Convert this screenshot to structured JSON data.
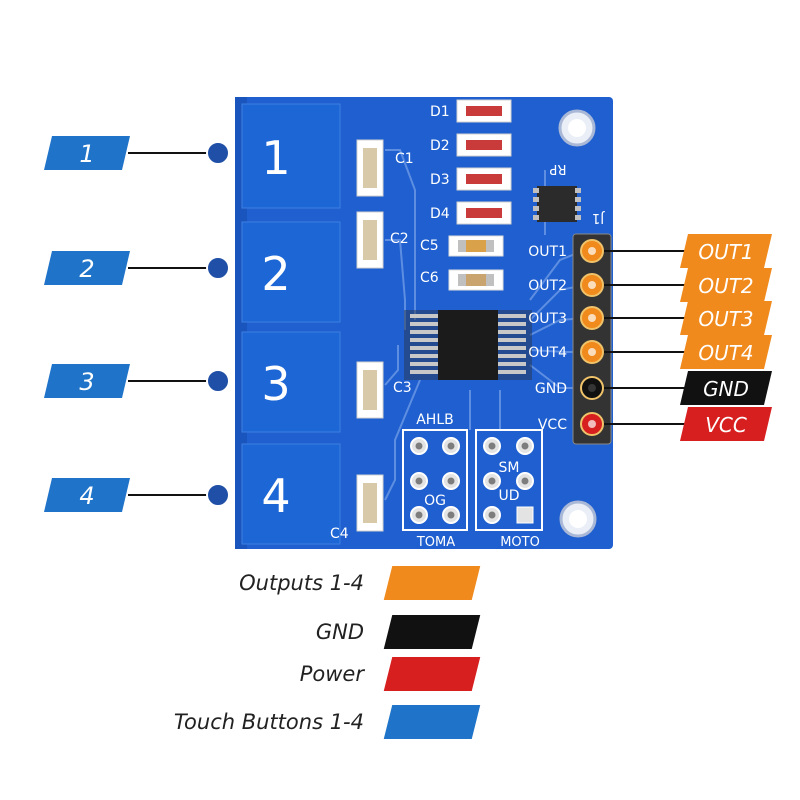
{
  "colors": {
    "pcb": "#1f5fcf",
    "pcb_dark": "#134bb0",
    "touch_pad": "#1d66d6",
    "output": "#f08a1c",
    "gnd": "#111111",
    "power": "#d81f1f",
    "touch_buttons": "#1f73c8",
    "silkscreen": "#ffffff"
  },
  "touch_buttons": [
    {
      "badge": "1",
      "pad_label": "1"
    },
    {
      "badge": "2",
      "pad_label": "2"
    },
    {
      "badge": "3",
      "pad_label": "3"
    },
    {
      "badge": "4",
      "pad_label": "4"
    }
  ],
  "capacitors": [
    "C1",
    "C2",
    "C3",
    "C4",
    "C5",
    "C6"
  ],
  "leds": [
    "D1",
    "D2",
    "D3",
    "D4"
  ],
  "board_labels": {
    "rp": "RP",
    "j1": "J1",
    "ahlb": "AHLB",
    "og": "OG",
    "sm": "SM",
    "ud": "UD",
    "toma": "TOMA",
    "moto": "MOTO"
  },
  "pins": [
    {
      "board_label": "OUT1",
      "tag": "OUT1",
      "type": "output"
    },
    {
      "board_label": "OUT2",
      "tag": "OUT2",
      "type": "output"
    },
    {
      "board_label": "OUT3",
      "tag": "OUT3",
      "type": "output"
    },
    {
      "board_label": "OUT4",
      "tag": "OUT4",
      "type": "output"
    },
    {
      "board_label": "GND",
      "tag": "GND",
      "type": "gnd"
    },
    {
      "board_label": "VCC",
      "tag": "VCC",
      "type": "power"
    }
  ],
  "legend": [
    {
      "label": "Outputs 1-4",
      "color": "#f08a1c"
    },
    {
      "label": "GND",
      "color": "#111111"
    },
    {
      "label": "Power",
      "color": "#d81f1f"
    },
    {
      "label": "Touch Buttons 1-4",
      "color": "#1f73c8"
    }
  ]
}
